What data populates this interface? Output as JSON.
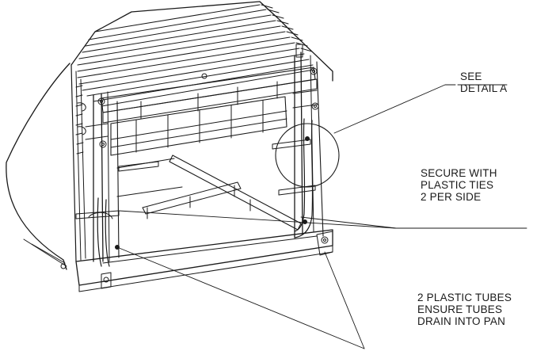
{
  "callouts": {
    "see_detail": {
      "line1": "SEE",
      "line2": "DETAIL A"
    },
    "secure": {
      "line1": "SECURE WITH",
      "line2": "PLASTIC TIES",
      "line3": "2 PER SIDE"
    },
    "tubes": {
      "line1": "2 PLASTIC TUBES",
      "line2": "ENSURE TUBES",
      "line3": "DRAIN INTO PAN"
    }
  },
  "colors": {
    "ink": "#1a1a1a",
    "background": "#ffffff"
  }
}
